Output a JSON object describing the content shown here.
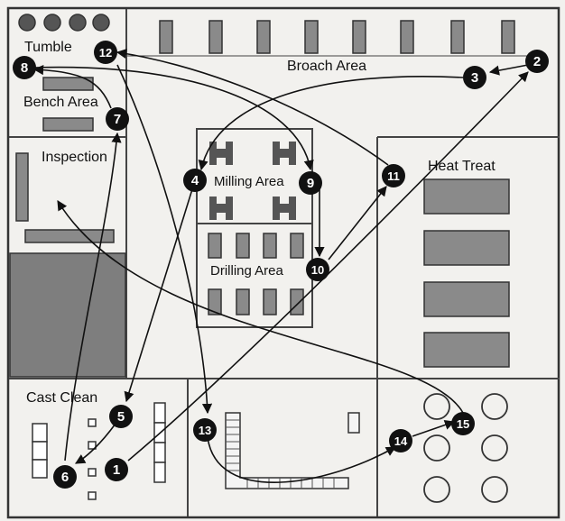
{
  "diagram": {
    "areas": {
      "tumble": "Tumble",
      "bench": "Bench Area",
      "broach": "Broach Area",
      "inspection": "Inspection",
      "milling": "Milling Area",
      "drilling": "Drilling Area",
      "heat_treat": "Heat Treat",
      "cast_clean": "Cast Clean"
    },
    "steps": [
      {
        "label": "1"
      },
      {
        "label": "2"
      },
      {
        "label": "3"
      },
      {
        "label": "4"
      },
      {
        "label": "5"
      },
      {
        "label": "6"
      },
      {
        "label": "7"
      },
      {
        "label": "8"
      },
      {
        "label": "9"
      },
      {
        "label": "10"
      },
      {
        "label": "11"
      },
      {
        "label": "12"
      },
      {
        "label": "13"
      },
      {
        "label": "14"
      },
      {
        "label": "15"
      }
    ],
    "flow": [
      {
        "from": "1",
        "to": "2"
      },
      {
        "from": "2",
        "to": "3"
      },
      {
        "from": "3",
        "to": "4"
      },
      {
        "from": "4",
        "to": "5"
      },
      {
        "from": "5",
        "to": "6"
      },
      {
        "from": "6",
        "to": "7"
      },
      {
        "from": "7",
        "to": "8"
      },
      {
        "from": "8",
        "to": "9"
      },
      {
        "from": "9",
        "to": "10"
      },
      {
        "from": "10",
        "to": "11"
      },
      {
        "from": "11",
        "to": "12"
      },
      {
        "from": "12",
        "to": "13"
      },
      {
        "from": "13",
        "to": "14"
      },
      {
        "from": "14",
        "to": "15"
      },
      {
        "from": "15",
        "to": "inspection"
      }
    ]
  }
}
